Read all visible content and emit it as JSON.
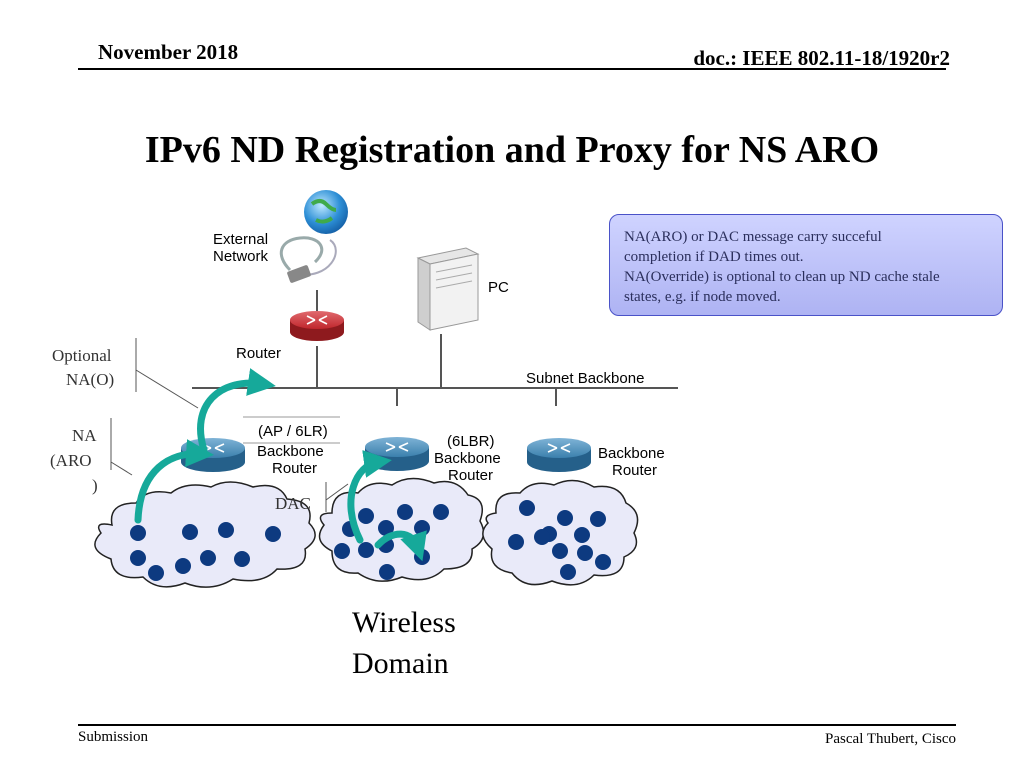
{
  "header": {
    "date": "November 2018",
    "doc_id": "doc.: IEEE 802.11-18/1920r2"
  },
  "title": "IPv6 ND Registration and Proxy for NS ARO",
  "callout": {
    "line1": "NA(ARO) or DAC message carry succeful",
    "line2": "completion if DAD times out.",
    "line3": "NA(Override) is optional to clean up ND cache stale",
    "line4": "states, e.g. if node moved."
  },
  "diagram": {
    "external_network_1": "External",
    "external_network_2": "Network",
    "pc": "PC",
    "router": "Router",
    "subnet_backbone": "Subnet Backbone",
    "ap_1": "(AP / 6LR)",
    "ap_2": "Backbone",
    "ap_3": "Router",
    "lbr_1": "(6LBR)",
    "lbr_2": "Backbone",
    "lbr_3": "Router",
    "bb_1": "Backbone",
    "bb_2": "Router",
    "side_optional_1": "Optional",
    "side_optional_2": "NA(O)",
    "side_na_1": "NA",
    "side_na_2": "(ARO",
    "side_na_3": ")",
    "dac": "DAC",
    "wireless_1": "Wireless",
    "wireless_2": "Domain"
  },
  "footer": {
    "left": "Submission",
    "right": "Pascal Thubert, Cisco"
  },
  "colors": {
    "router_blue": "#3b80ad",
    "router_red": "#c0262c",
    "node_blue": "#0d3a80",
    "cloud_fill": "#e9eaf9",
    "arrow_green": "#16a99a",
    "callout_border": "#4a52c8"
  }
}
